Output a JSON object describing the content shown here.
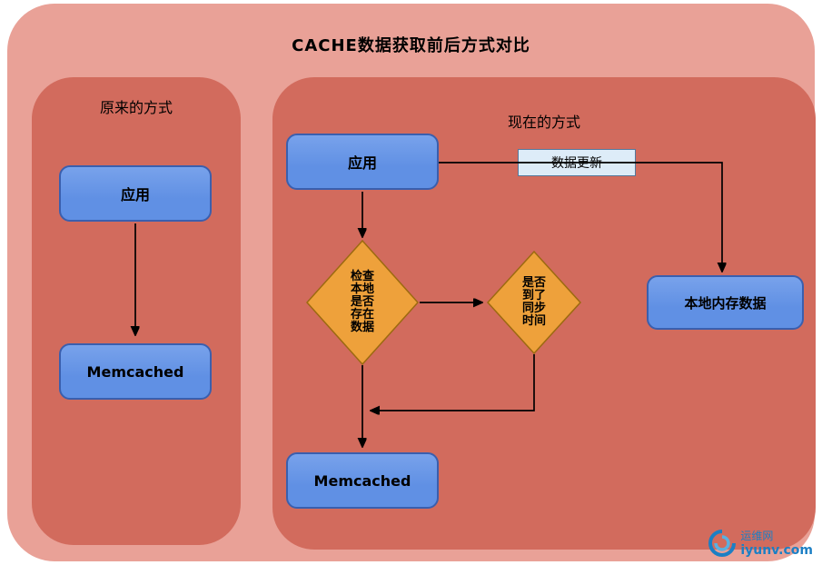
{
  "title": "CACHE数据获取前后方式对比",
  "panels": {
    "left": {
      "label": "原来的方式",
      "app": "应用",
      "memcached": "Memcached"
    },
    "right": {
      "label": "现在的方式",
      "app": "应用",
      "data_update": "数据更新",
      "check_local": "检查\n本地\n是否\n存在\n数据",
      "sync_time": "是否\n到了\n同步\n时间",
      "local_memory": "本地内存数据",
      "memcached": "Memcached"
    }
  },
  "watermark": {
    "name": "运维网",
    "url": "iyunv.com"
  },
  "colors": {
    "outer_bg": "#e9a197",
    "panel_bg": "#d26b5d",
    "node_fill": "#6090e4",
    "node_border": "#3a5fae",
    "diamond_fill": "#eea13b",
    "diamond_border": "#9c6a10",
    "update_fill": "#ddecf8",
    "update_border": "#54789c",
    "arrow": "#000000",
    "watermark_blue": "#1c7fc4"
  }
}
